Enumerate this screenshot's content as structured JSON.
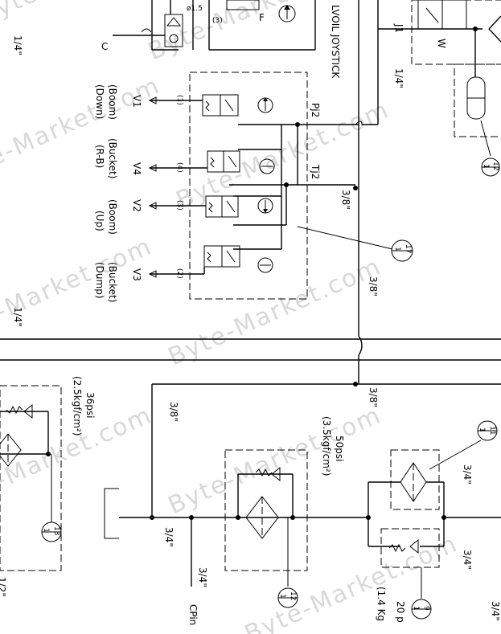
{
  "joystick": {
    "title": "LVOIL JOYSTICK",
    "pj2": "Pj2",
    "tj2": "Tj2",
    "ports": [
      {
        "v": "V1",
        "num": "(1)",
        "fn": "(Boom)",
        "dir": "(Down)"
      },
      {
        "v": "V4",
        "num": "(4)",
        "fn": "(Bucket)",
        "dir": "(R-B)"
      },
      {
        "v": "V2",
        "num": "(3)",
        "fn": "(Boom)",
        "dir": "(Up)"
      },
      {
        "v": "V3",
        "num": "(2)",
        "fn": "(Bucket)",
        "dir": "(Dump)"
      }
    ]
  },
  "top": {
    "orifice": "ø1.5",
    "port3": "(3)",
    "port_f": "F",
    "port_c": "C",
    "port_j1": "J1"
  },
  "sizes": {
    "q": "1/4\"",
    "t": "3/8\"",
    "h": "3/4\"",
    "half": "1/2\""
  },
  "filter_a": {
    "p1": "36psi",
    "p2": "(2.5kgf/cm²)"
  },
  "filter_b": {
    "p1": "50psi",
    "p2": "(3.5kgf/cm²)"
  },
  "filter_c": {
    "p1": "20 p",
    "p2": "(1.4 Kg"
  },
  "outlet": "CPin",
  "callouts": {
    "c12": {
      "a": "12",
      "b": "1"
    },
    "c17": {
      "a": "17",
      "b": "1"
    },
    "c11": {
      "a": "11",
      "b": "1"
    },
    "c12b": {
      "a": "12",
      "b": "1"
    },
    "c13": {
      "a": "13",
      "b": "1"
    },
    "c9": {
      "a": "9",
      "b": "1"
    }
  },
  "watermark": "Byte-Market.com"
}
